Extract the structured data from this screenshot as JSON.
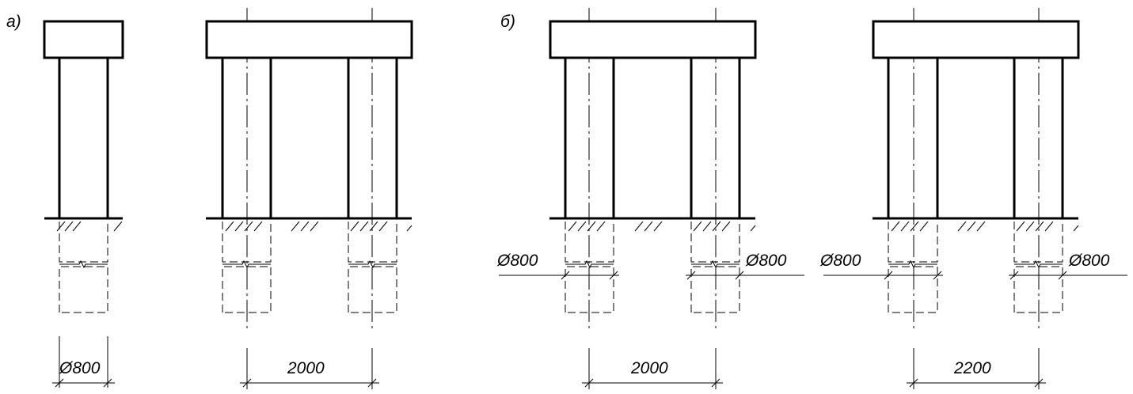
{
  "panels": [
    {
      "id": "a",
      "label": "а)"
    },
    {
      "id": "b",
      "label": "б)"
    }
  ],
  "dimensions": {
    "pile_a_single": "Ø800",
    "spacing_a_double": "2000",
    "diam_b1_left": "Ø800",
    "diam_b1_right": "Ø800",
    "spacing_b1": "2000",
    "diam_b2_left": "Ø800",
    "diam_b2_right": "Ø800",
    "spacing_b2": "2200"
  }
}
